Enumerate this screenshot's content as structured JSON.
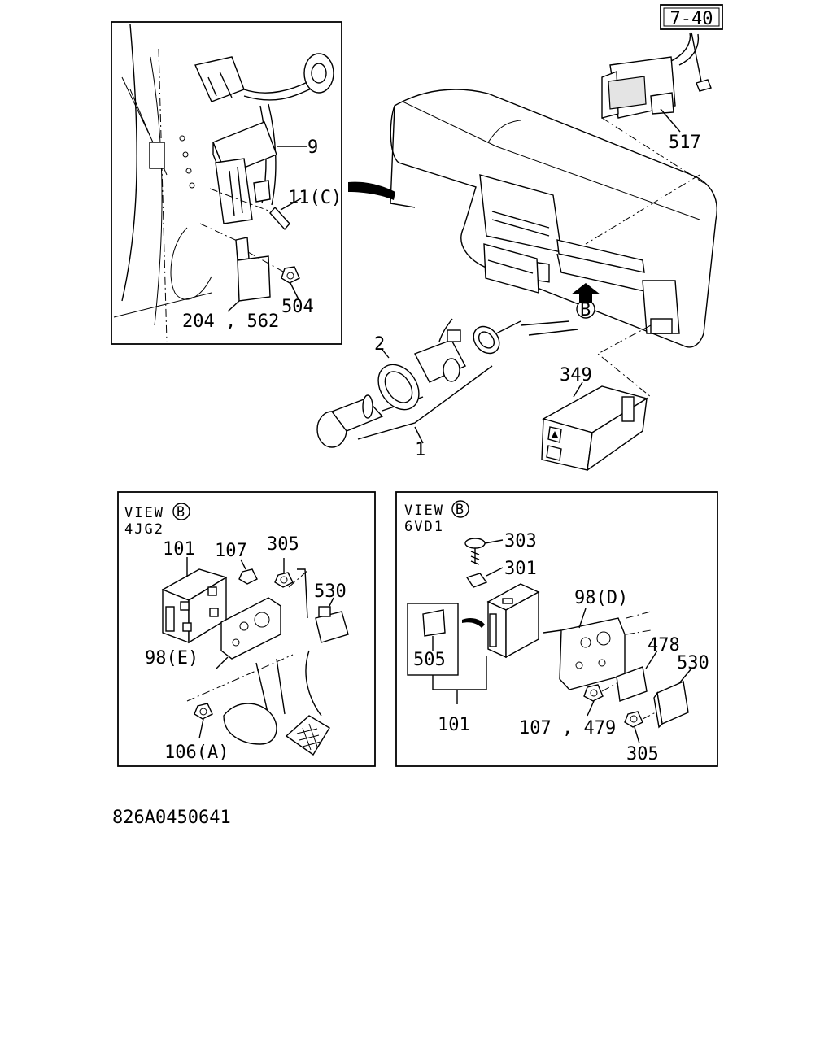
{
  "diagram_code": "826A0450641",
  "page_ref": "7-40",
  "top_inset": {
    "callouts": [
      "9",
      "11(C)",
      "204 , 562",
      "504"
    ]
  },
  "main": {
    "callouts": [
      "517",
      "2",
      "1",
      "349"
    ],
    "view_marker": "B"
  },
  "view_4jg2": {
    "view_label": "VIEW",
    "view_marker": "B",
    "engine": "4JG2",
    "callouts": [
      "101",
      "107",
      "305",
      "530",
      "98(E)",
      "106(A)"
    ]
  },
  "view_6vd1": {
    "view_label": "VIEW",
    "view_marker": "B",
    "engine": "6VD1",
    "callouts": [
      "303",
      "301",
      "98(D)",
      "478",
      "530",
      "505",
      "101",
      "107 , 479",
      "305"
    ]
  }
}
